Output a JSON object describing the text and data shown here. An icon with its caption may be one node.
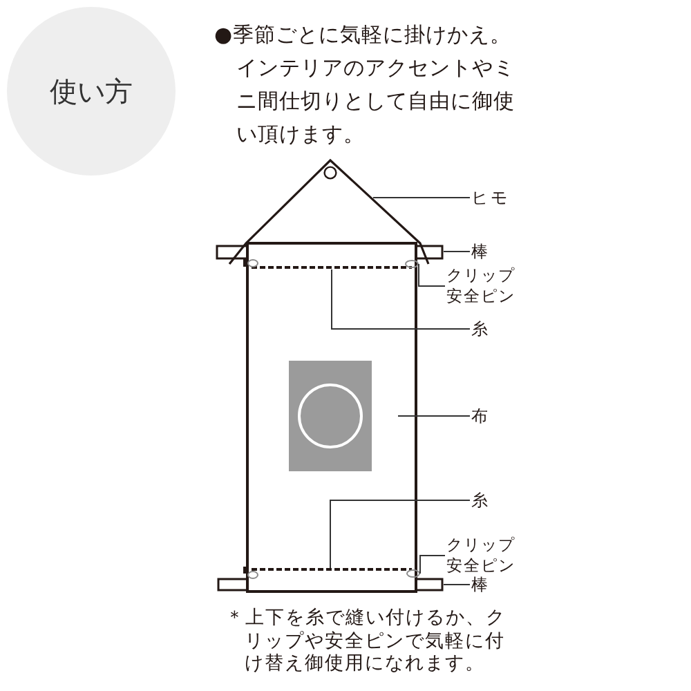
{
  "diagram": {
    "nodes": [
      {
        "text": [
          "使い方"
        ]
      },
      {
        "text": [
          "ヒモ"
        ]
      },
      {
        "text": [],
        "shape": "picture"
      },
      {
        "text": [
          "棒"
        ]
      },
      {
        "text": [],
        "shape": "bar"
      },
      {
        "text": [
          "クリップ安全ピン"
        ]
      },
      {
        "text": [],
        "shape": "circle"
      },
      {
        "text": [],
        "shape": "box"
      },
      {
        "text": [],
        "shape": "picture",
        "in": 7
      },
      {
        "text": [
          "糸"
        ]
      },
      {
        "text": [
          "布"
        ]
      },
      {
        "text": [
          "糸"
        ]
      },
      {
        "text": [],
        "shape": "picture",
        "in": 7
      },
      {
        "text": [
          "クリップ安全ピン"
        ]
      },
      {
        "text": [],
        "shape": "circle"
      },
      {
        "text": [
          "棒"
        ]
      },
      {
        "text": [],
        "shape": "bar"
      }
    ],
    "edges": [
      {
        "from": 1,
        "to": 2,
        "arrow": "none"
      },
      {
        "from": 3,
        "to": 4,
        "arrow": "none"
      },
      {
        "from": 5,
        "to": 6,
        "arrow": "none"
      },
      {
        "from": 9,
        "to": 8,
        "arrow": "none"
      },
      {
        "from": 10,
        "to": 7,
        "arrow": "none"
      },
      {
        "from": 11,
        "to": 12,
        "arrow": "none"
      },
      {
        "from": 13,
        "to": 14,
        "arrow": "none"
      },
      {
        "from": 15,
        "to": 16,
        "arrow": "none"
      }
    ],
    "labels": [
      "●季節ごとに気軽に掛けかえ。インテリアのアクセントやミニ間仕切りとして自由に御使い頂けます。",
      "＊上下を糸で縫い付けるか、クリップや安全ピンで気軽に付け替え御使用になれます。"
    ]
  }
}
